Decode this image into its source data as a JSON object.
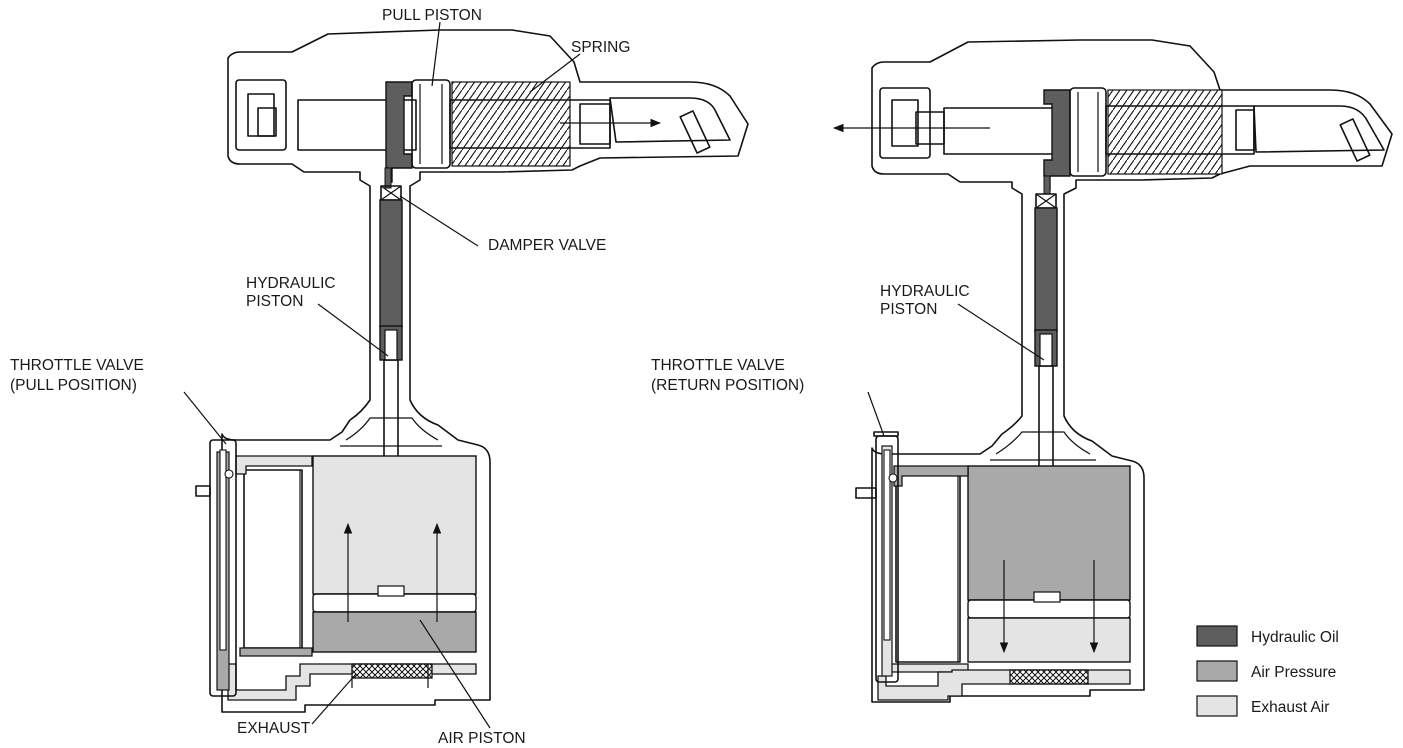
{
  "labels": {
    "pull_piston": "PULL PISTON",
    "spring": "SPRING",
    "damper_valve": "DAMPER VALVE",
    "hydraulic_piston_left_1": "HYDRAULIC",
    "hydraulic_piston_left_2": "PISTON",
    "throttle_left_1": "THROTTLE VALVE",
    "throttle_left_2": "(PULL POSITION)",
    "exhaust": "EXHAUST",
    "air_piston": "AIR PISTON",
    "hydraulic_piston_right_1": "HYDRAULIC",
    "hydraulic_piston_right_2": "PISTON",
    "throttle_right_1": "THROTTLE VALVE",
    "throttle_right_2": "(RETURN POSITION)"
  },
  "legend": [
    {
      "label": "Hydraulic Oil",
      "color": "#5e5e5e"
    },
    {
      "label": "Air Pressure",
      "color": "#a9a9a9"
    },
    {
      "label": "Exhaust Air",
      "color": "#e4e4e4"
    }
  ],
  "colors": {
    "hydraulic_oil": "#5e5e5e",
    "air_pressure": "#a9a9a9",
    "exhaust_air": "#e4e4e4",
    "outline": "#111111"
  }
}
